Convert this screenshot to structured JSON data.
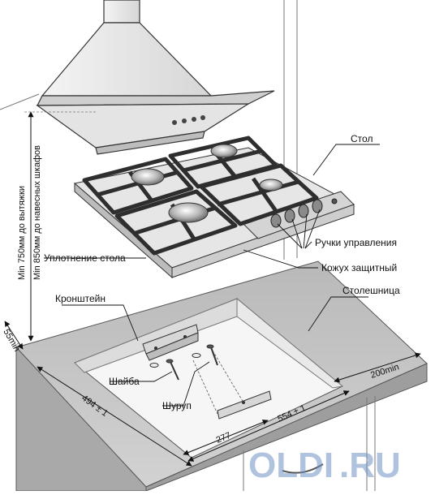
{
  "labels": {
    "table": "Стол",
    "controls": "Ручки управления",
    "seal": "Уплотнение стола",
    "cover": "Кожух защитный",
    "countertop": "Столешница",
    "bracket": "Кронштейн",
    "washer": "Шайба",
    "screw": "Шуруп"
  },
  "dimensions": {
    "hood_min": "Min 750мм до вытяжки",
    "cabinet_min": "Min 850мм до навесных шкафов",
    "depth_55": "55min",
    "side_200": "200min",
    "cut_depth": "494 ± 1",
    "cut_width": "554 ± 1",
    "bracket_offset": "277"
  },
  "watermark": {
    "main": "OLDI",
    "suffix": ".RU"
  },
  "colors": {
    "background": "#ffffff",
    "countertop": "#c7c7c7",
    "countertop_edge": "#9a9a9a",
    "hood": "#ececec",
    "hob": "#d9d9d9",
    "grate": "#3a3a3a",
    "watermark": "#6e8fc2"
  }
}
